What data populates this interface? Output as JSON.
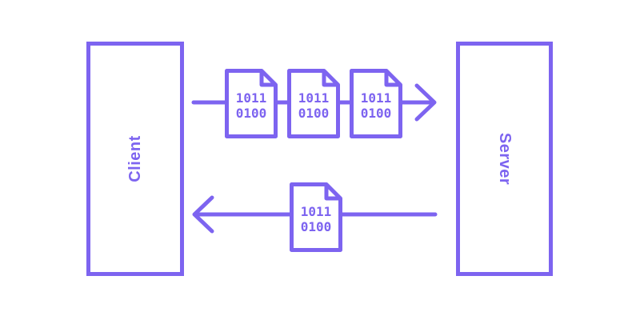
{
  "diagram": {
    "client": {
      "label": "Client"
    },
    "server": {
      "label": "Server"
    },
    "packet": {
      "line1": "1011",
      "line2": "0100"
    },
    "flows": {
      "request": {
        "from": "Client",
        "to": "Server",
        "direction": "right",
        "packet_count": 3
      },
      "response": {
        "from": "Server",
        "to": "Client",
        "direction": "left",
        "packet_count": 1
      }
    },
    "colors": {
      "accent": "#7d64f0",
      "background": "#ffffff"
    }
  }
}
